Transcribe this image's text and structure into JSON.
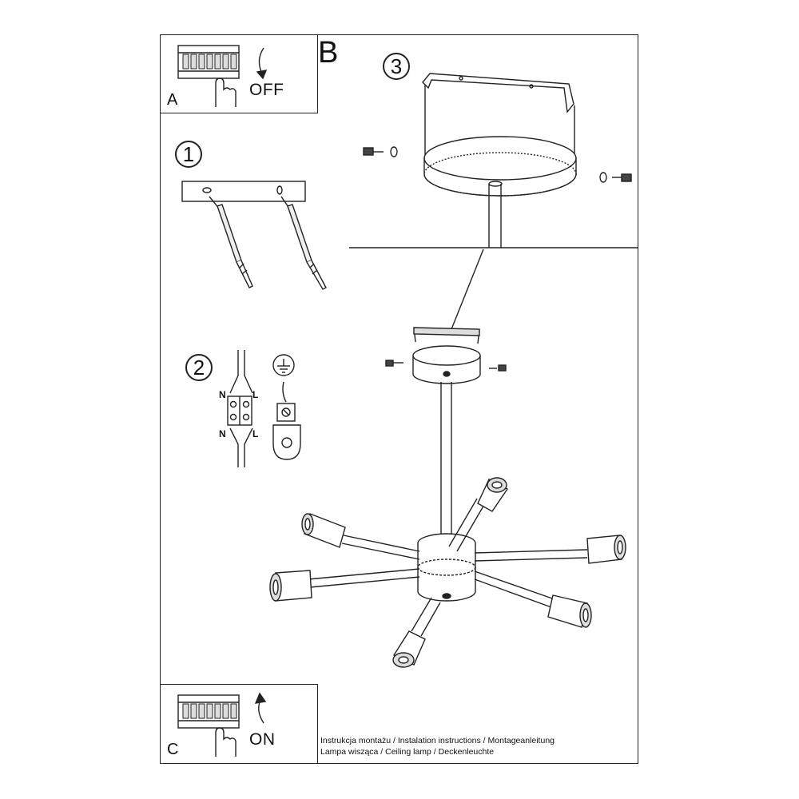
{
  "panel_a": {
    "letter": "A",
    "action": "OFF"
  },
  "panel_b": {
    "letter": "B"
  },
  "panel_c": {
    "letter": "C",
    "action": "ON"
  },
  "steps": {
    "one": "1",
    "two": "2",
    "three": "3"
  },
  "wiring": {
    "n_top": "N",
    "l_top": "L",
    "n_bottom": "N",
    "l_bottom": "L"
  },
  "caption": {
    "line1": "Instrukcja montażu / Instalation instructions / Montageanleitung",
    "line2": "Lampa wisząca / Ceiling lamp / Deckenleuchte"
  }
}
